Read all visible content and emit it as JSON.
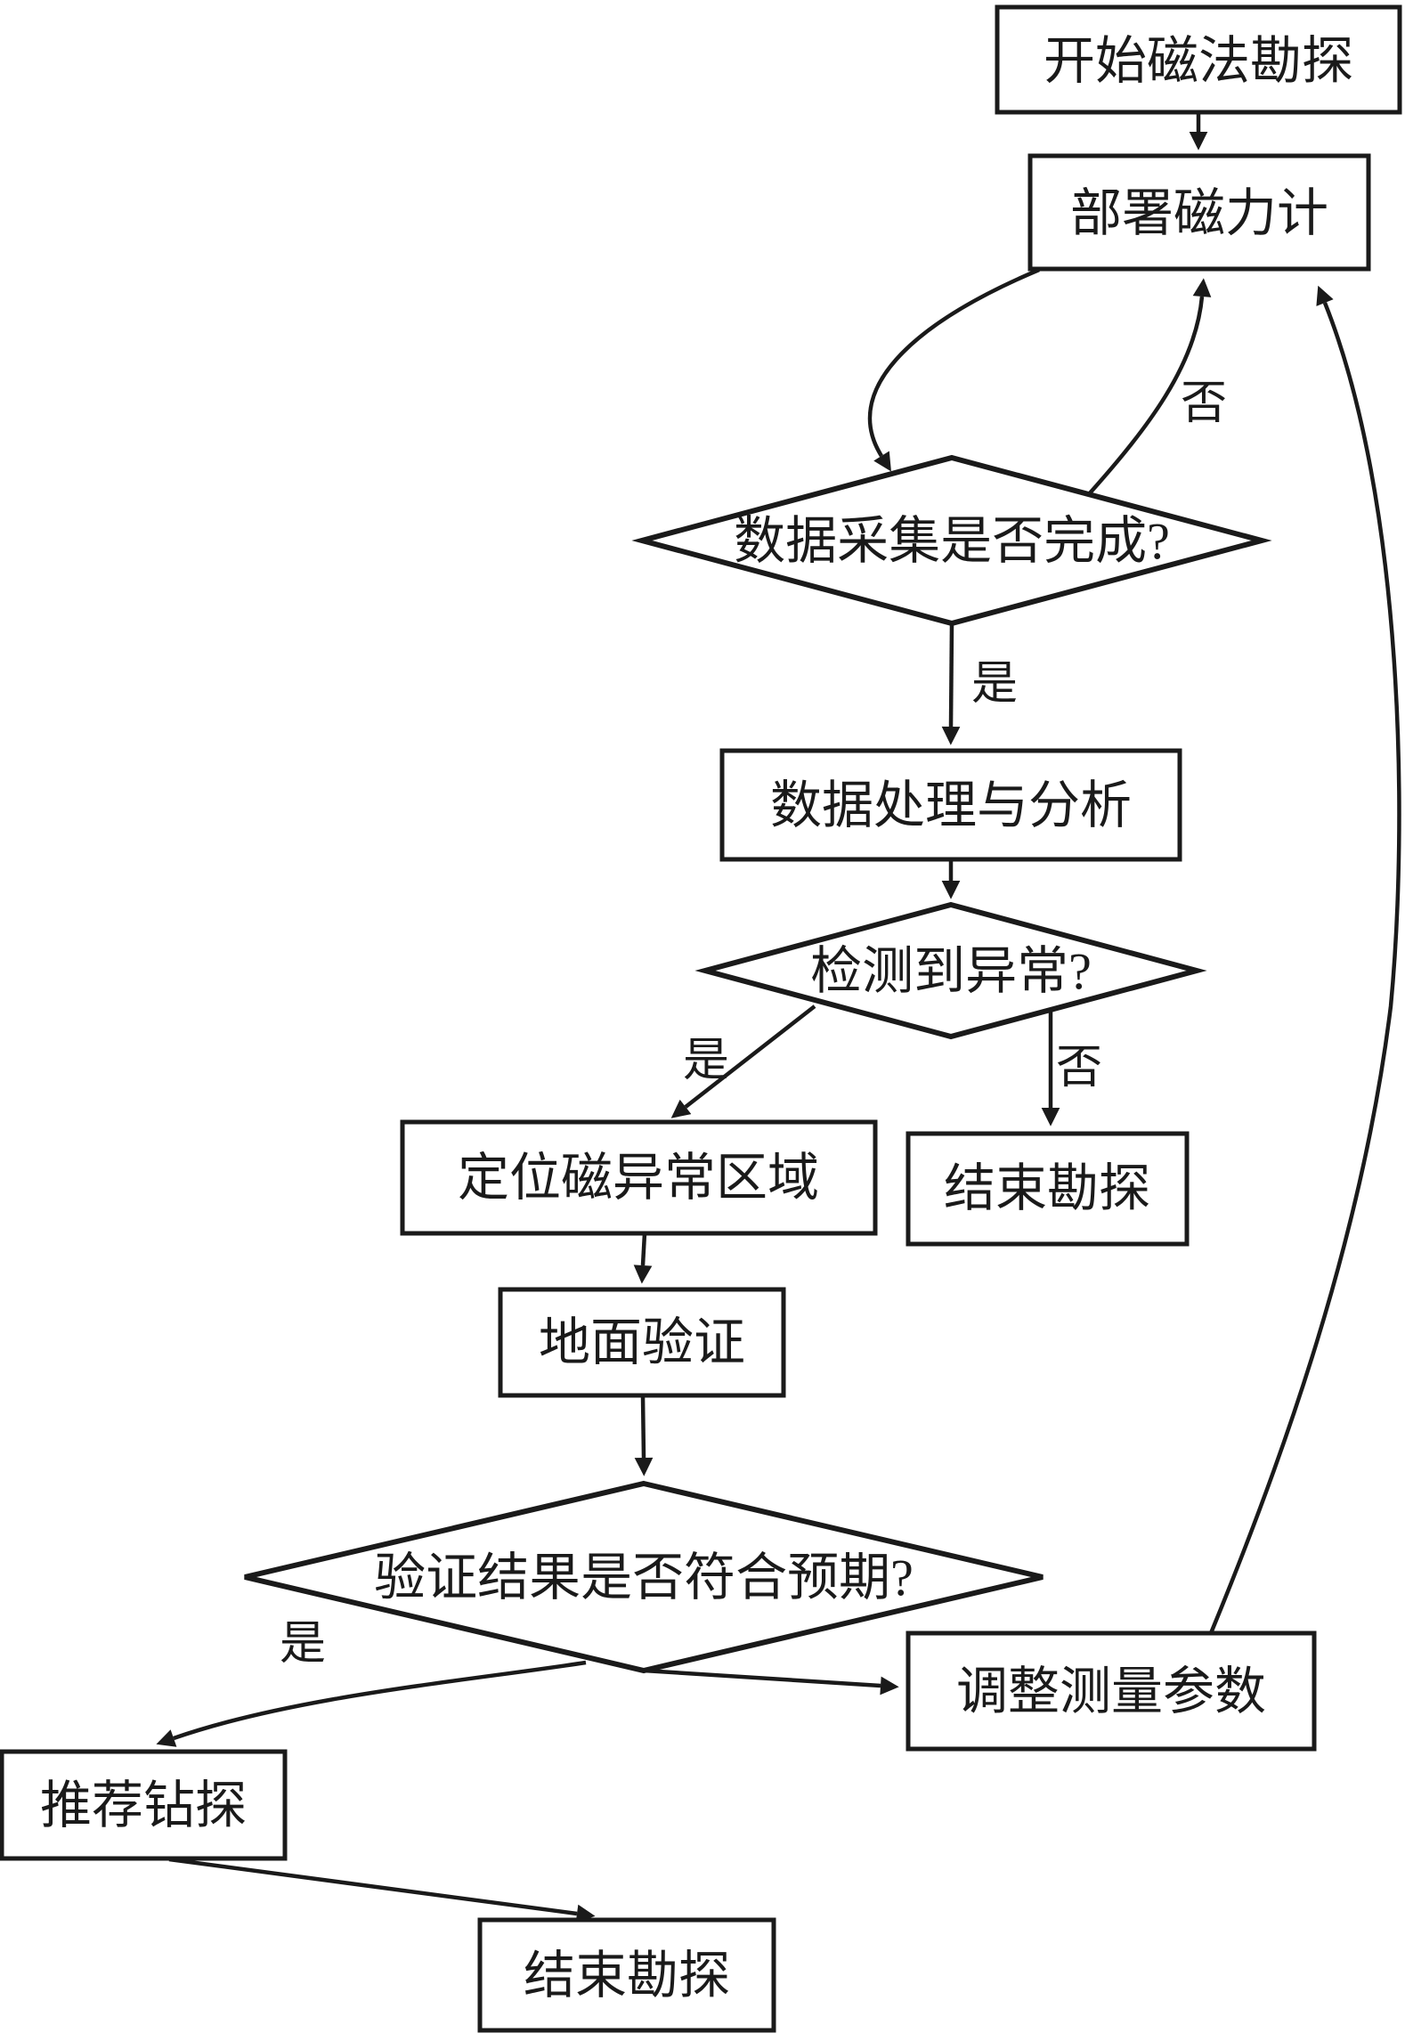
{
  "diagram": {
    "background_color": "#ffffff",
    "stroke_color": "#1a1a1a",
    "nodes": {
      "start": {
        "label": "开始磁法勘探",
        "shape": "rect"
      },
      "deploy": {
        "label": "部署磁力计",
        "shape": "rect"
      },
      "collect_done": {
        "label": "数据采集是否完成?",
        "shape": "diamond"
      },
      "process": {
        "label": "数据处理与分析",
        "shape": "rect"
      },
      "anomaly": {
        "label": "检测到异常?",
        "shape": "diamond"
      },
      "locate": {
        "label": "定位磁异常区域",
        "shape": "rect"
      },
      "end_survey_mid": {
        "label": "结束勘探",
        "shape": "rect"
      },
      "ground_verify": {
        "label": "地面验证",
        "shape": "rect"
      },
      "verify_expected": {
        "label": "验证结果是否符合预期?",
        "shape": "diamond"
      },
      "adjust_params": {
        "label": "调整测量参数",
        "shape": "rect"
      },
      "recommend_drill": {
        "label": "推荐钻探",
        "shape": "rect"
      },
      "end_survey_bottom": {
        "label": "结束勘探",
        "shape": "rect"
      }
    },
    "edge_labels": {
      "collect_no": "否",
      "collect_yes": "是",
      "anomaly_yes": "是",
      "anomaly_no": "否",
      "verify_yes": "是"
    }
  }
}
